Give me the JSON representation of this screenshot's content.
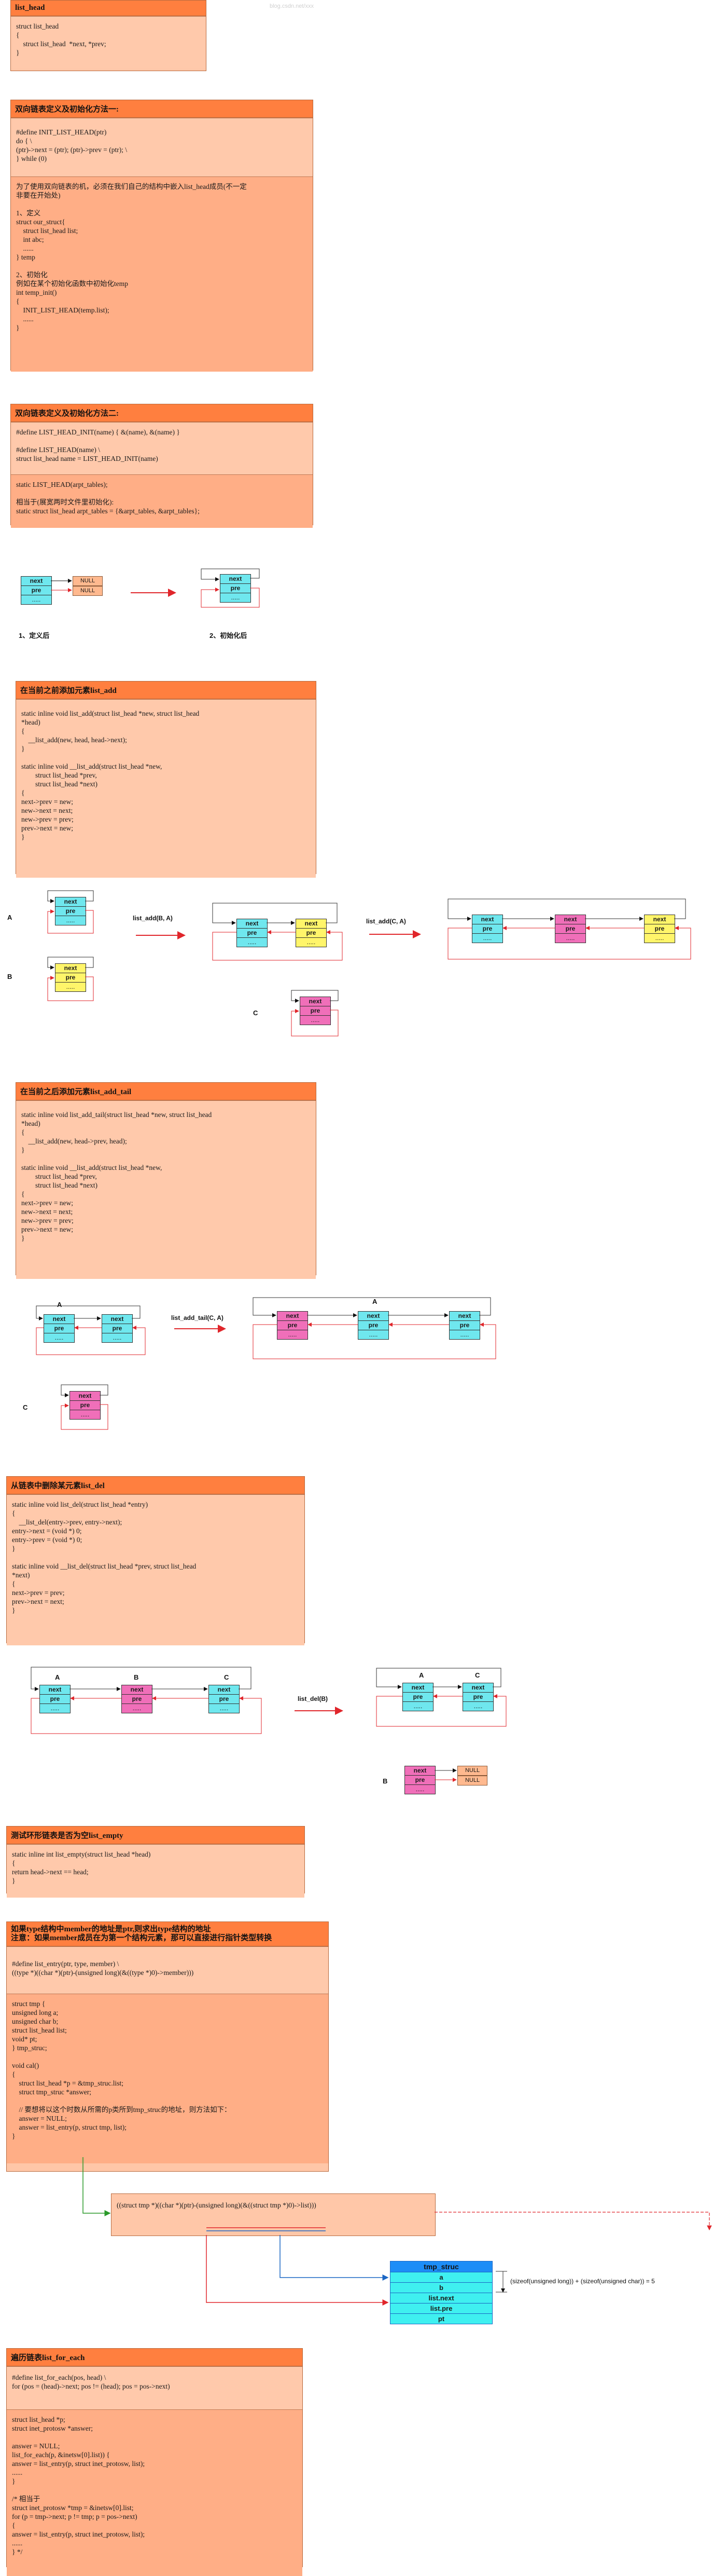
{
  "watermark": "blog.csdn.net/xxx",
  "panels": [
    {
      "title": "list_head",
      "sections": [
        {
          "style": "light",
          "text": "struct list_head\n{\n    struct list_head  *next, *prev;\n}"
        }
      ]
    },
    {
      "title": "双向链表定义及初始化方法一:",
      "sections": [
        {
          "style": "light",
          "text": "#define INIT_LIST_HEAD(ptr)\ndo { \\\n(ptr)->next = (ptr); (ptr)->prev = (ptr); \\\n} while (0)"
        },
        {
          "style": "dark",
          "text": "为了使用双向链表的机，必须在我们自己的结构中嵌入list_head成员(不一定\n非要在开始处)\n\n1、定义\nstruct our_struct{\n    struct list_head list;\n    int abc;\n    ......\n} temp\n\n2、初始化\n例如在某个初始化函数中初始化temp\nint temp_init()\n{\n    INIT_LIST_HEAD(temp.list);\n    ......\n}"
        }
      ]
    },
    {
      "title": "双向链表定义及初始化方法二:",
      "sections": [
        {
          "style": "light",
          "text": "#define LIST_HEAD_INIT(name) { &(name), &(name) }\n\n#define LIST_HEAD(name) \\\nstruct list_head name = LIST_HEAD_INIT(name)"
        },
        {
          "style": "dark",
          "text": "static LIST_HEAD(arpt_tables);\n\n相当于(展宽两时文件里初始化):\nstatic struct list_head arpt_tables = {&arpt_tables, &arpt_tables};"
        }
      ]
    },
    {
      "title": "在当前之前添加元素list_add",
      "sections": [
        {
          "style": "light",
          "text": "static inline void list_add(struct list_head *new, struct list_head\n*head)\n{\n    __list_add(new, head, head->next);\n}\n\nstatic inline void __list_add(struct list_head *new,\n        struct list_head *prev,\n        struct list_head *next)\n{\nnext->prev = new;\nnew->next = next;\nnew->prev = prev;\nprev->next = new;\n}"
        }
      ]
    },
    {
      "title": "在当前之后添加元素list_add_tail",
      "sections": [
        {
          "style": "light",
          "text": "static inline void list_add_tail(struct list_head *new, struct list_head\n*head)\n{\n    __list_add(new, head->prev, head);\n}\n\nstatic inline void __list_add(struct list_head *new,\n        struct list_head *prev,\n        struct list_head *next)\n{\nnext->prev = new;\nnew->next = next;\nnew->prev = prev;\nprev->next = new;\n}"
        }
      ]
    },
    {
      "title": "从链表中删除某元素list_del",
      "sections": [
        {
          "style": "light",
          "text": "static inline void list_del(struct list_head *entry)\n{\n    __list_del(entry->prev, entry->next);\nentry->next = (void *) 0;\nentry->prev = (void *) 0;\n}\n\nstatic inline void __list_del(struct list_head *prev, struct list_head\n*next)\n{\nnext->prev = prev;\nprev->next = next;\n}"
        }
      ]
    },
    {
      "title": "测试环形链表是否为空list_empty",
      "sections": [
        {
          "style": "light",
          "text": "static inline int list_empty(struct list_head *head)\n{\nreturn head->next == head;\n}"
        }
      ]
    },
    {
      "title": "如果type结构中member的地址是ptr,则求出type结构的地址\n注意：如果member成员在为第一个结构元素，那可以直接进行指针类型转换",
      "sections": [
        {
          "style": "light",
          "text": "#define list_entry(ptr, type, member) \\\n((type *)((char *)(ptr)-(unsigned long)(&((type *)0)->member)))"
        },
        {
          "style": "dark",
          "text": "struct tmp {\nunsigned long a;\nunsigned char b;\nstruct list_head list;\nvoid* pt;\n} tmp_struc;\n\nvoid cal()\n{\n    struct list_head *p = &tmp_struc.list;\n    struct tmp_struc *answer;\n\n    // 要想将以这个时数从所需的p类所到tmp_struc的地址，则方法如下：\n    answer = NULL;\n    answer = list_entry(p, struct tmp, list);\n}"
        }
      ]
    },
    {
      "title": "遍历链表list_for_each",
      "sections": [
        {
          "style": "light",
          "text": "#define list_for_each(pos, head) \\\nfor (pos = (head)->next; pos != (head); pos = pos->next)"
        },
        {
          "style": "dark",
          "text": "struct list_head *p;\nstruct inet_protosw *answer;\n\nanswer = NULL;\nlist_for_each(p, &inetsw[0].list)) {\nanswer = list_entry(p, struct inet_protosw, list);\n......\n}\n\n/* 相当于\nstruct inet_protosw *tmp = &inetsw[0].list;\nfor (p = tmp->next; p != tmp; p = pos->next)\n{\nanswer = list_entry(p, struct inet_protosw, list);\n......\n} */"
        }
      ]
    }
  ],
  "node_fields": {
    "next": "next",
    "pre": "pre",
    "dots": "....."
  },
  "null_label": "NULL",
  "labels": {
    "defined": "1、定义后",
    "initialized": "2、初始化后",
    "A": "A",
    "B": "B",
    "C": "C",
    "list_add_BA": "list_add(B, A)",
    "list_add_CA": "list_add(C, A)",
    "list_add_tail_CA": "list_add_tail(C, A)",
    "list_del_B": "list_del(B)"
  },
  "formula": "((struct tmp *)((char *)(ptr)-(unsigned long)(&((struct tmp *)0)->list)))",
  "struct_box": {
    "title": "tmp_struc",
    "rows": [
      "a",
      "b",
      "list.next",
      "list.pre",
      "pt"
    ],
    "size_note": "(sizeof(unsigned long)) + (sizeof(unsigned char)) = 5"
  },
  "colors": {
    "panel_title": "#ff7f3f",
    "panel_light": "#ffc9ab",
    "panel_dark": "#ffae86",
    "node_cyan": "#6fe7ee",
    "node_yellow": "#fff56a",
    "node_pink": "#f06fb9",
    "arrow_red": "#e0262b",
    "struct_blue": "#1d8df7"
  }
}
